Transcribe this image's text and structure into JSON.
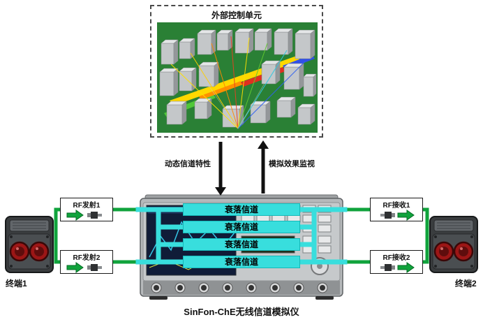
{
  "caption": "SinFon-ChE无线信道模拟仪",
  "control_unit": {
    "title": "外部控制单元"
  },
  "flows": {
    "down": "动态信道特性",
    "up": "模拟效果监视"
  },
  "channels": [
    {
      "label": "衰落信道"
    },
    {
      "label": "衰落信道"
    },
    {
      "label": "衰落信道"
    },
    {
      "label": "衰落信道"
    }
  ],
  "left": {
    "terminal": "终端1",
    "ports": [
      {
        "label": "RF发射1"
      },
      {
        "label": "RF发射2"
      }
    ]
  },
  "right": {
    "terminal": "终端2",
    "ports": [
      {
        "label": "RF接收1"
      },
      {
        "label": "RF接收2"
      }
    ]
  },
  "colors": {
    "channel_cyan": "#38dedd",
    "rf_green": "#10a33c",
    "arrow_black": "#111111",
    "sim_background_green": "#2a8035"
  }
}
